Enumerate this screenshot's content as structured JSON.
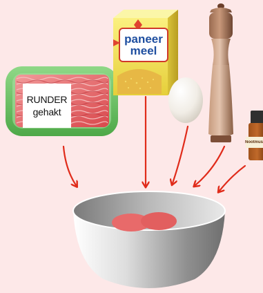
{
  "ingredients": {
    "minced_meat": {
      "line1": "RUNDER",
      "line2": "gehakt"
    },
    "breadcrumbs": {
      "line1": "paneer",
      "line2": "meel"
    },
    "egg": {},
    "pepper_mill": {},
    "nutmeg": {
      "label": "Nootmuskaat"
    }
  },
  "bowl": {
    "contents": "meatballs"
  },
  "colors": {
    "background": "#fde8e8",
    "arrow": "#e02b1a",
    "tray": "#6fc06a",
    "paneer_text": "#1f4fa0",
    "paneer_box": "#f3e64a"
  }
}
